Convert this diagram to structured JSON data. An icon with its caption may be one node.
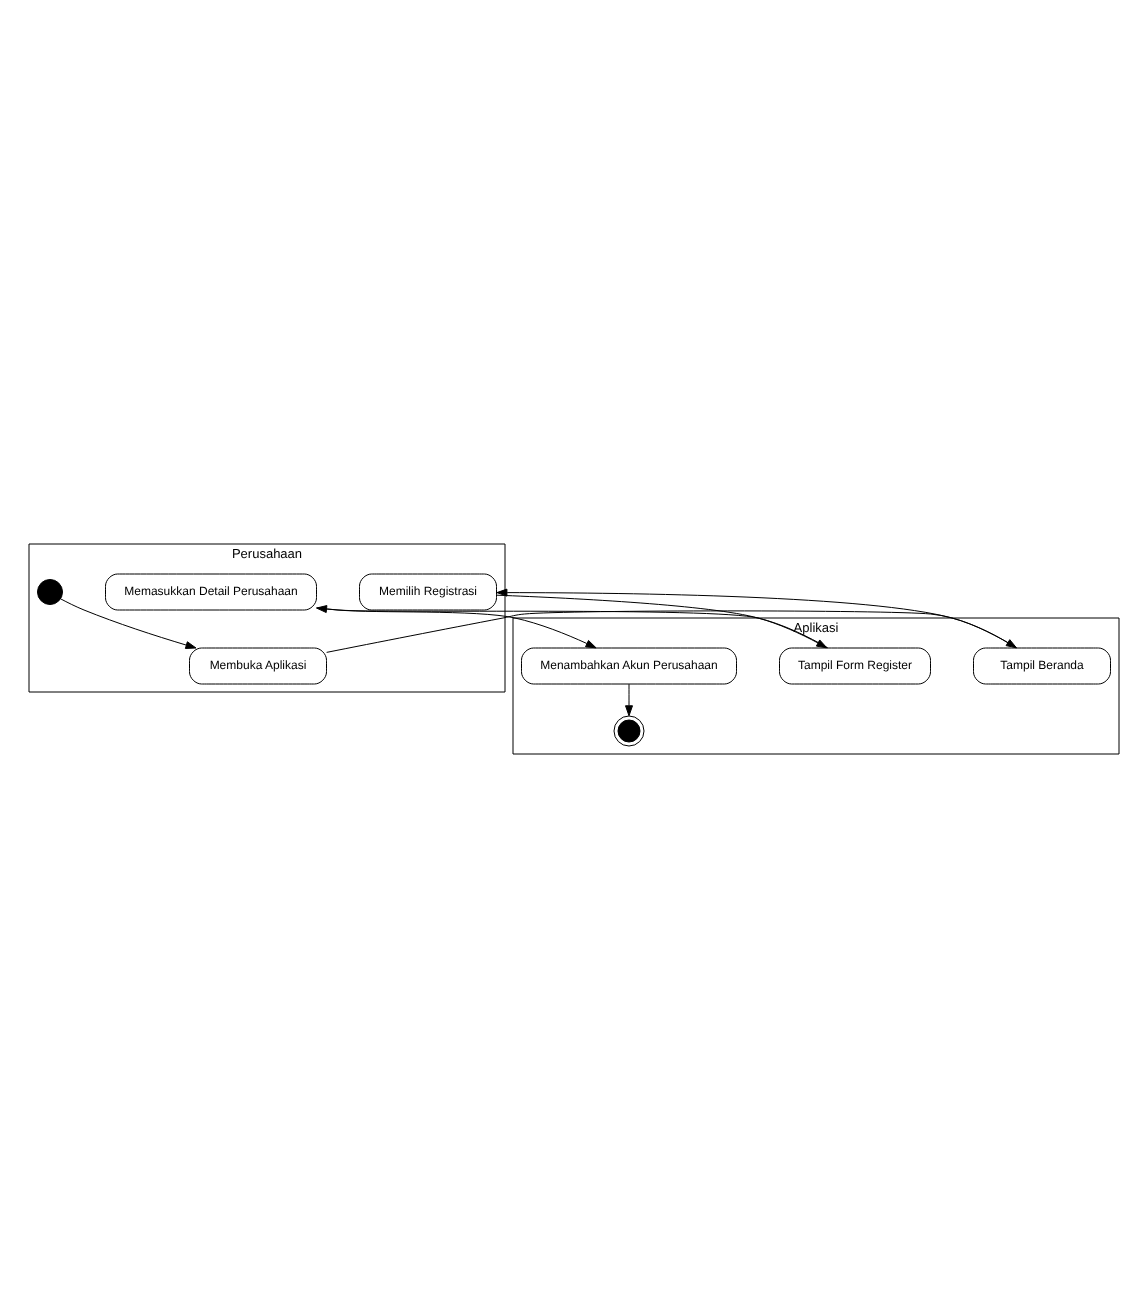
{
  "diagram": {
    "nodes": [
      {
        "text": [
          "Perusahaan"
        ]
      },
      {
        "text": [
          "Aplikasi"
        ]
      },
      {
        "text": [],
        "shape": "circle",
        "in": 0
      },
      {
        "text": [
          "Membuka Aplikasi"
        ],
        "in": 0
      },
      {
        "text": [
          "Tampil Beranda"
        ],
        "in": 1
      },
      {
        "text": [
          "Memilih Registrasi"
        ],
        "in": 0
      },
      {
        "text": [
          "Tampil Form Register"
        ],
        "in": 1
      },
      {
        "text": [
          "Memasukkan Detail Perusahaan"
        ],
        "in": 0
      },
      {
        "text": [
          "Menambahkan Akun Perusahaan"
        ],
        "in": 1
      },
      {
        "text": [],
        "shape": "circle",
        "in": 1
      }
    ],
    "edges": [
      {
        "from": 2,
        "to": 3,
        "arrow": "to"
      },
      {
        "from": 3,
        "to": 4,
        "arrow": "to"
      },
      {
        "from": 4,
        "to": 5,
        "arrow": "to"
      },
      {
        "from": 5,
        "to": 6,
        "arrow": "to"
      },
      {
        "from": 6,
        "to": 7,
        "arrow": "to"
      },
      {
        "from": 7,
        "to": 8,
        "arrow": "to"
      },
      {
        "from": 8,
        "to": 9,
        "arrow": "to"
      }
    ]
  }
}
